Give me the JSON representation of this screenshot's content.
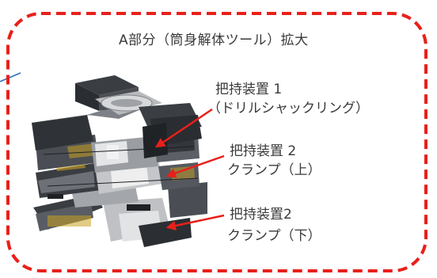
{
  "title": "A部分（筒身解体ツール）拡大",
  "callouts": [
    {
      "line1": "把持装置 1",
      "line2": "（ドリルシャックリング）"
    },
    {
      "line1": "把持装置 2",
      "line2": "クランプ（上）"
    },
    {
      "line1": "把持装置2",
      "line2": "クランプ（下）"
    }
  ],
  "colors": {
    "frame": "#e8201a",
    "arrow": "#e8201a",
    "leader": "#2e6fbe",
    "machine_dark": "#2f3236",
    "machine_mid": "#8c9096",
    "machine_light": "#d9dadc"
  }
}
